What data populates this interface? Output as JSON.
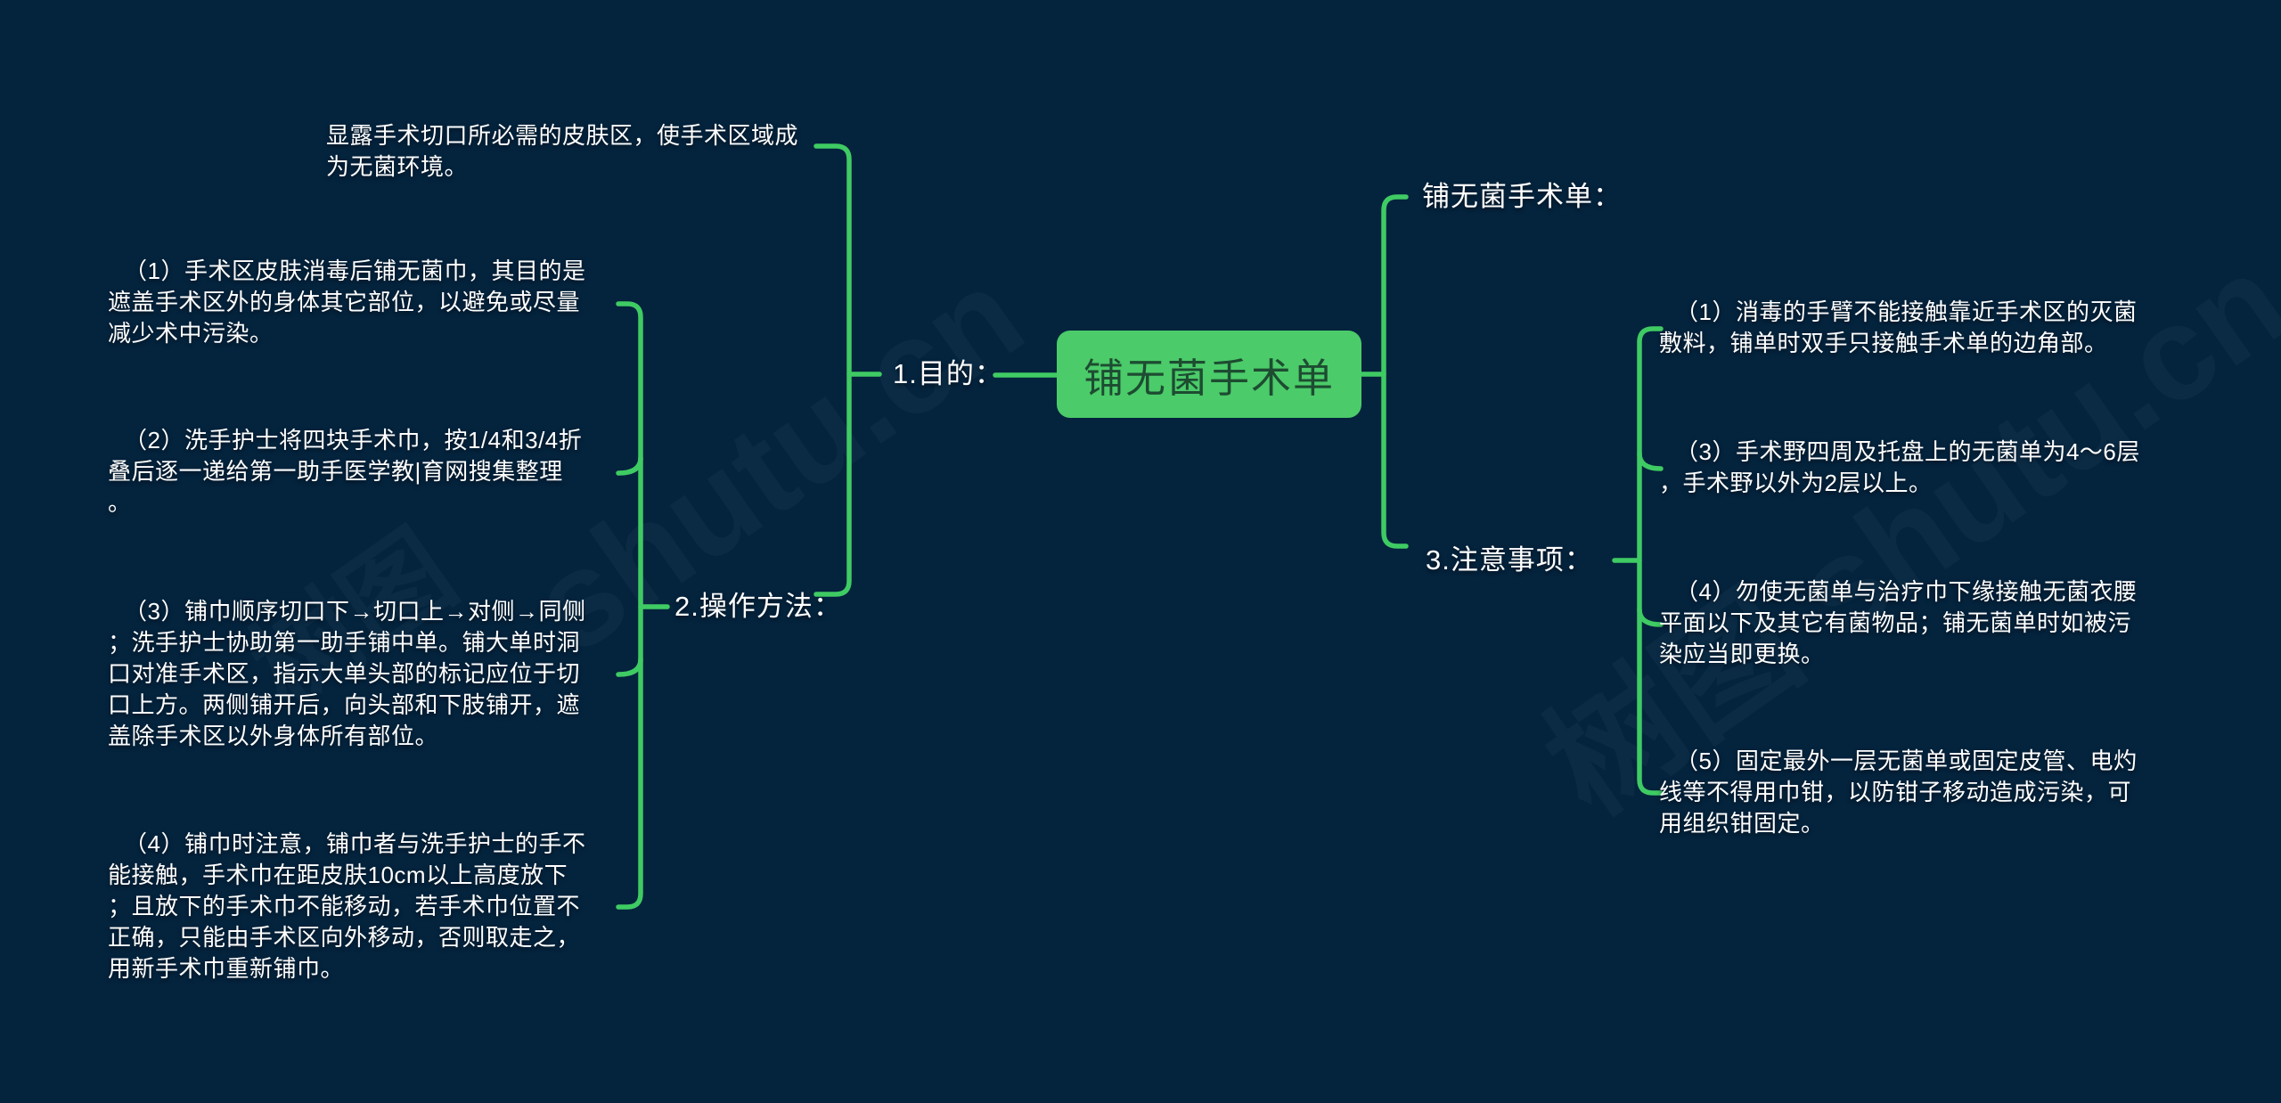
{
  "canvas": {
    "background_color": "#04233d",
    "line_color": "#3fcb63",
    "node_fill_color": "#4bcb69",
    "node_text_color": "#1d4c31",
    "text_color": "#ffffff"
  },
  "center_node": {
    "label": "铺无菌手术单"
  },
  "left": {
    "purpose": {
      "label": "1.目的：",
      "note": "显露手术切口所必需的皮肤区，使手术区域成\n为无菌环境。"
    },
    "method": {
      "label": "2.操作方法：",
      "items": [
        "（1）手术区皮肤消毒后铺无菌巾，其目的是\n遮盖手术区外的身体其它部位，以避免或尽量\n减少术中污染。",
        "（2）洗手护士将四块手术巾，按1/4和3/4折\n叠后逐一递给第一助手医学教|育网搜集整理\n。",
        "（3）铺巾顺序切口下→切口上→对侧→同侧\n；洗手护士协助第一助手铺中单。铺大单时洞\n口对准手术区，指示大单头部的标记应位于切\n口上方。两侧铺开后，向头部和下肢铺开，遮\n盖除手术区以外身体所有部位。",
        "（4）铺巾时注意，铺巾者与洗手护士的手不\n能接触，手术巾在距皮肤10cm以上高度放下\n；且放下的手术巾不能移动，若手术巾位置不\n正确，只能由手术区向外移动，否则取走之，\n用新手术巾重新铺巾。"
      ]
    }
  },
  "right": {
    "top_label": "铺无菌手术单：",
    "notes": {
      "label": "3.注意事项：",
      "items": [
        "（1）消毒的手臂不能接触靠近手术区的灭菌\n敷料，铺单时双手只接触手术单的边角部。",
        "（3）手术野四周及托盘上的无菌单为4～6层\n，手术野以外为2层以上。",
        "（4）勿使无菌单与治疗巾下缘接触无菌衣腰\n平面以下及其它有菌物品；铺无菌单时如被污\n染应当即更换。",
        "（5）固定最外一层无菌单或固定皮管、电灼\n线等不得用巾钳，以防钳子移动造成污染，可\n用组织钳固定。"
      ]
    }
  },
  "watermarks": [
    {
      "text": "shutu.cn"
    },
    {
      "text": "树图"
    },
    {
      "text": "树图 shutu.cn"
    }
  ]
}
